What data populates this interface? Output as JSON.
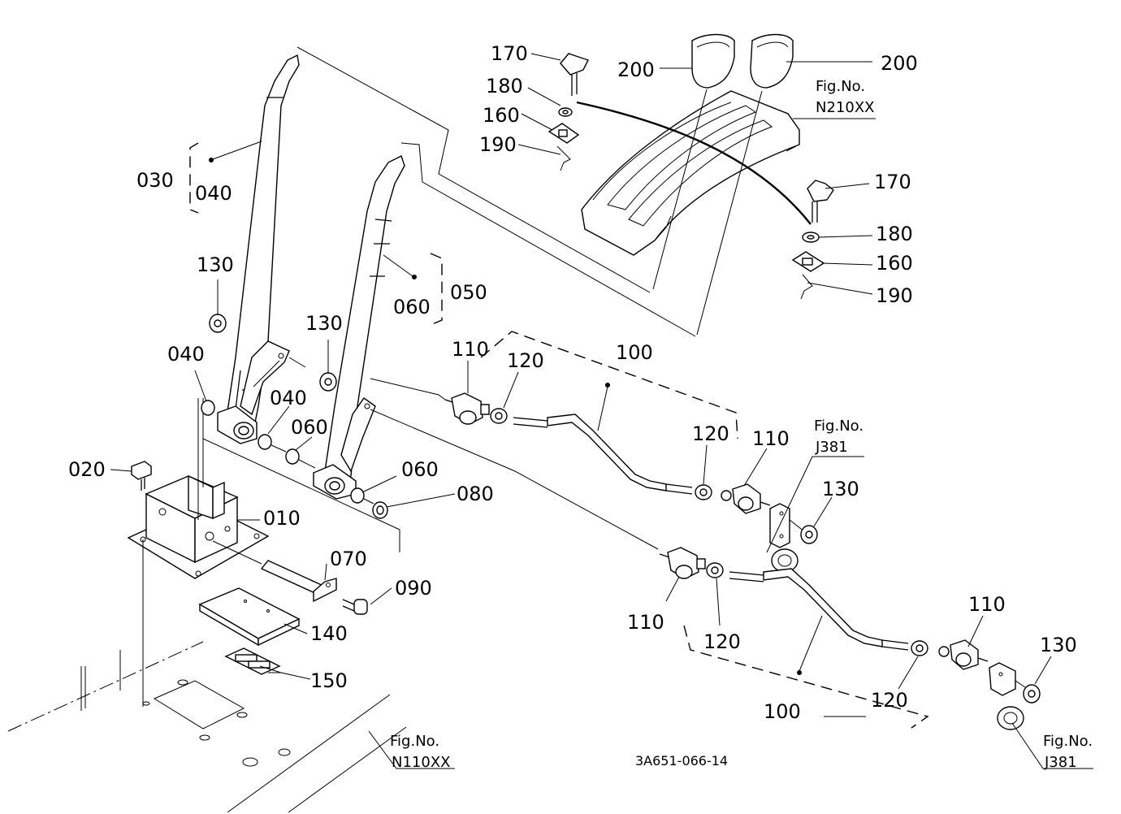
{
  "diagram": {
    "code": "3A651-066-14",
    "labels": {
      "p170a": "170",
      "p180a": "180",
      "p160a": "160",
      "p190a": "190",
      "p200a": "200",
      "p200b": "200",
      "p170b": "170",
      "p180b": "180",
      "p160b": "160",
      "p190b": "190",
      "p030": "030",
      "p040a": "040",
      "p130a": "130",
      "p040b": "040",
      "p040c": "040",
      "p060a": "060",
      "p060b": "060",
      "p050": "050",
      "p130b": "130",
      "p020": "020",
      "p010": "010",
      "p060c": "060",
      "p080": "080",
      "p070": "070",
      "p090": "090",
      "p140": "140",
      "p150": "150",
      "p110a": "110",
      "p120a": "120",
      "p100a": "100",
      "p120b": "120",
      "p110b": "110",
      "p130c": "130",
      "p110c": "110",
      "p120c": "120",
      "p100b": "100",
      "p120d": "120",
      "p110d": "110",
      "p130d": "130"
    },
    "fig_refs": {
      "n210_title": "Fig.No.",
      "n210_num": "N210XX",
      "j381a_title": "Fig.No.",
      "j381a_num": "J381",
      "n110_title": "Fig.No.",
      "n110_num": "N110XX",
      "j381b_title": "Fig.No.",
      "j381b_num": "J381"
    }
  }
}
